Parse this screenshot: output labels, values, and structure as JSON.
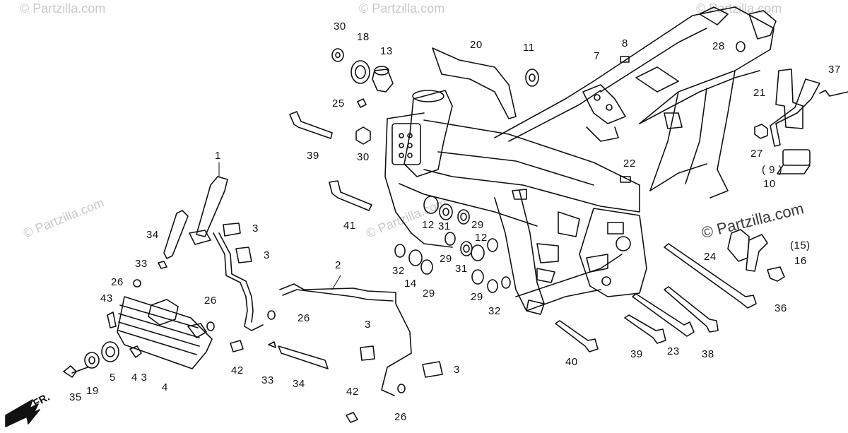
{
  "watermark": {
    "text": "© Partzilla.com",
    "brand_text": "© Partzilla.com"
  },
  "direction_marker": {
    "label": "FR."
  },
  "callouts": {
    "c1": "1",
    "c2": "2",
    "c3a": "3",
    "c3b": "3",
    "c3c": "3",
    "c3d": "3",
    "c4": "4",
    "c5": "5",
    "c7": "7",
    "c8": "8",
    "c9": "( 9 )",
    "c10": "10",
    "c11": "11",
    "c12a": "12",
    "c12b": "12",
    "c13": "13",
    "c14": "14",
    "c15": "(15)",
    "c16": "16",
    "c18": "18",
    "c19": "19",
    "c20": "20",
    "c21": "21",
    "c22": "22",
    "c23": "23",
    "c24": "24",
    "c25": "25",
    "c26a": "26",
    "c26b": "26",
    "c26c": "26",
    "c26d": "26",
    "c27": "27",
    "c28": "28",
    "c29a": "29",
    "c29b": "29",
    "c29c": "29",
    "c29d": "29",
    "c30a": "30",
    "c30b": "30",
    "c31a": "31",
    "c31b": "31",
    "c32a": "32",
    "c32b": "32",
    "c33a": "33",
    "c33b": "33",
    "c34a": "34",
    "c34b": "34",
    "c35": "35",
    "c36": "36",
    "c37": "37",
    "c38": "38",
    "c39a": "39",
    "c39b": "39",
    "c40": "40",
    "c41": "41",
    "c42a": "42",
    "c42b": "42",
    "c43a": "43",
    "c43b": "4 3"
  }
}
